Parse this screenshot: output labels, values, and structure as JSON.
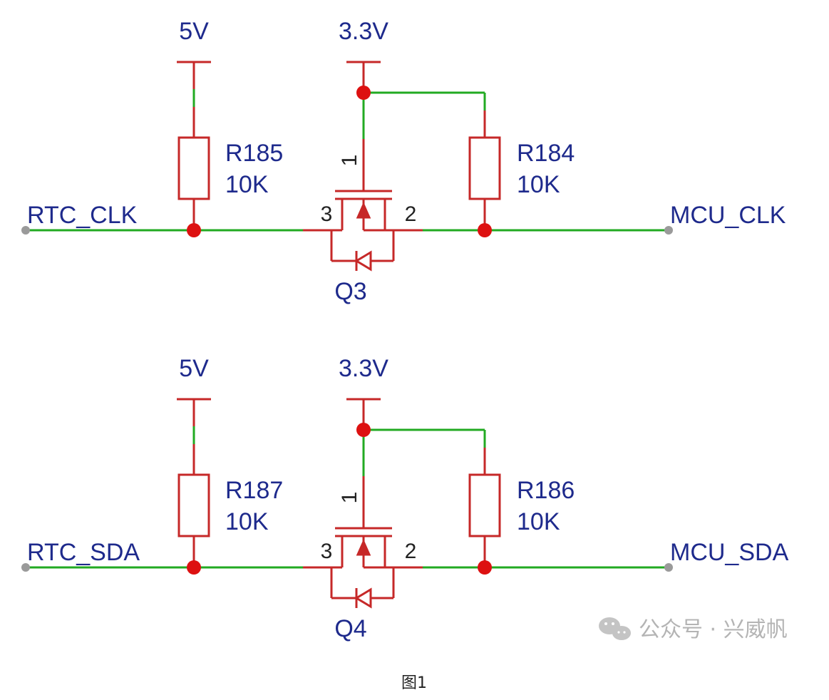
{
  "circuits": [
    {
      "supply_high": "5V",
      "supply_low": "3.3V",
      "left_resistor": {
        "ref": "R185",
        "value": "10K"
      },
      "right_resistor": {
        "ref": "R184",
        "value": "10K"
      },
      "left_net": "RTC_CLK",
      "right_net": "MCU_CLK",
      "mosfet": {
        "ref": "Q3",
        "pin_gate": "1",
        "pin_source": "3",
        "pin_drain": "2"
      }
    },
    {
      "supply_high": "5V",
      "supply_low": "3.3V",
      "left_resistor": {
        "ref": "R187",
        "value": "10K"
      },
      "right_resistor": {
        "ref": "R186",
        "value": "10K"
      },
      "left_net": "RTC_SDA",
      "right_net": "MCU_SDA",
      "mosfet": {
        "ref": "Q4",
        "pin_gate": "1",
        "pin_source": "3",
        "pin_drain": "2"
      }
    }
  ],
  "watermark": "公众号 · 兴威帆",
  "caption": "图1",
  "colors": {
    "wire": "#22aa22",
    "component": "#c62828",
    "junction": "#dd1111",
    "label": "#1e2a8c",
    "pin_number": "#222222",
    "terminal": "#9a9a9a"
  }
}
